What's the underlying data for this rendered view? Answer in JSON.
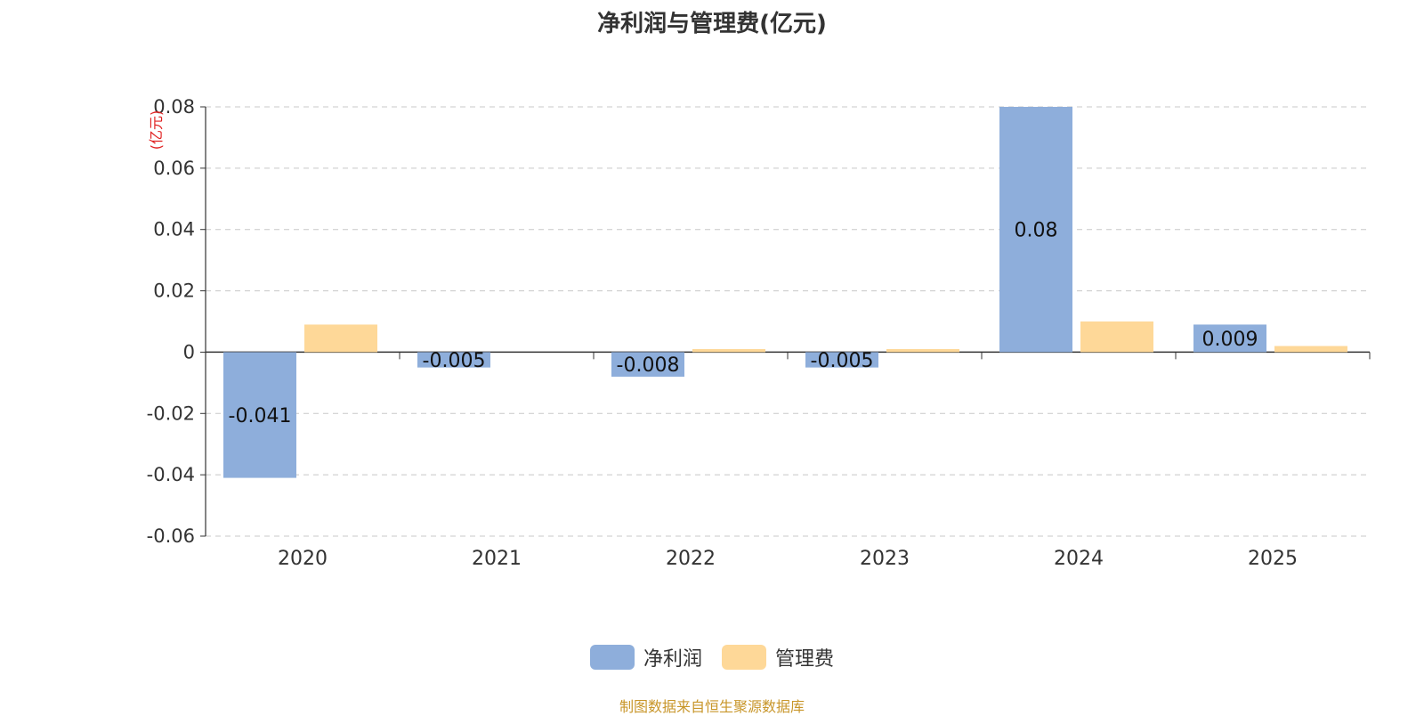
{
  "chart_data": {
    "type": "bar",
    "title": "净利润与管理费(亿元)",
    "ylabel": "(亿元)",
    "categories": [
      "2020",
      "2021",
      "2022",
      "2023",
      "2024",
      "2025"
    ],
    "series": [
      {
        "name": "净利润",
        "values": [
          -0.041,
          -0.005,
          -0.008,
          -0.005,
          0.08,
          0.009
        ],
        "labels": [
          "-0.041",
          "-0.005",
          "-0.008",
          "-0.005",
          "0.08",
          "0.009"
        ],
        "color": "#8eaedb"
      },
      {
        "name": "管理费",
        "values": [
          0.009,
          0.0,
          0.001,
          0.001,
          0.01,
          0.002
        ],
        "color": "#fed898"
      }
    ],
    "ylim": [
      -0.06,
      0.08
    ],
    "yticks": [
      "0.08",
      "0.06",
      "0.04",
      "0.02",
      "0",
      "-0.02",
      "-0.04",
      "-0.06"
    ],
    "grid": true,
    "legend_position": "bottom-center"
  },
  "source": "制图数据来自恒生聚源数据库"
}
